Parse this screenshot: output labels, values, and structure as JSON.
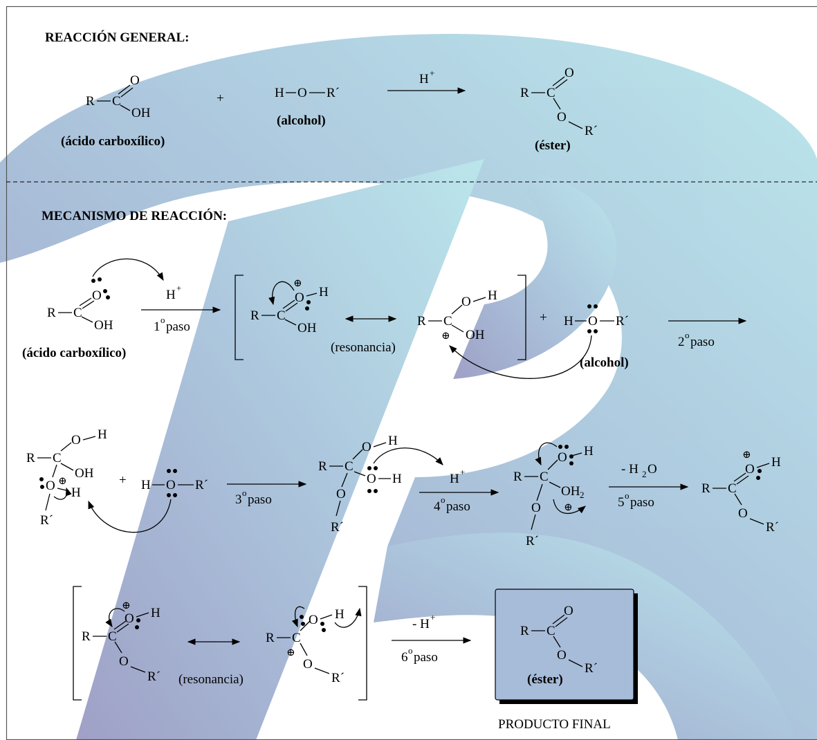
{
  "headings": {
    "general": "REACCIÓN GENERAL:",
    "mechanism": "MECANISMO DE REACCIÓN:"
  },
  "atoms": {
    "R": "R",
    "C": "C",
    "O": "O",
    "OH": "OH",
    "H": "H",
    "R_prime": "R´",
    "OH2": "OH",
    "two": "2",
    "plus": "+",
    "H_plus": "H",
    "sup_plus": "+",
    "charge": "⊕"
  },
  "labels": {
    "acid": "(ácido carboxílico)",
    "alcohol": "(alcohol)",
    "ester": "(éster)",
    "resonance": "(resonancia)",
    "final_product": "PRODUCTO FINAL",
    "minus_water": "- H",
    "water_sub": "2",
    "water_o": "O",
    "minus_h": "- H"
  },
  "steps": {
    "ordinal": "o",
    "paso": " paso",
    "s1": "1",
    "s2": "2",
    "s3": "3",
    "s4": "4",
    "s5": "5",
    "s6": "6"
  },
  "colors": {
    "watermark_light": "#b8e5ea",
    "watermark_dark": "#9a9cc4",
    "frame": "#555555",
    "ink": "#000000"
  }
}
